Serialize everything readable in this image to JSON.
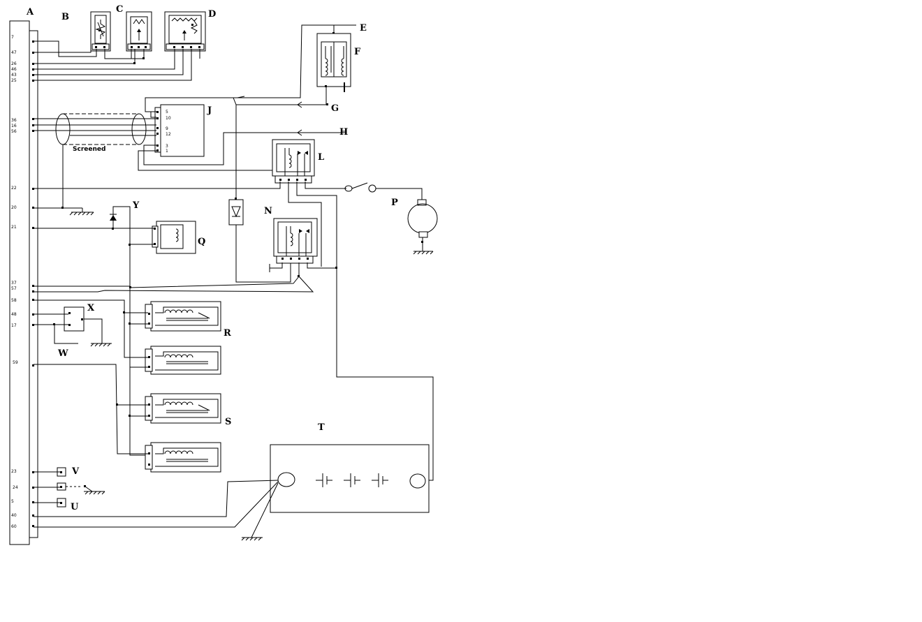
{
  "component_labels": {
    "A": "A",
    "B": "B",
    "C": "C",
    "D": "D",
    "E": "E",
    "F": "F",
    "G": "G",
    "H": "H",
    "J": "J",
    "L": "L",
    "N": "N",
    "P": "P",
    "Q": "Q",
    "R": "R",
    "S": "S",
    "T": "T",
    "U": "U",
    "V": "V",
    "W": "W",
    "X": "X",
    "Y": "Y"
  },
  "ecu_pins": {
    "p7": "7",
    "p47": "47",
    "p26": "26",
    "p46": "46",
    "p43": "43",
    "p25": "25",
    "p36": "36",
    "p16": "16",
    "p56": "56",
    "p22": "22",
    "p20": "20",
    "p21": "21",
    "p37": "37",
    "p57": "57",
    "p58": "58",
    "p48": "48",
    "p17": "17",
    "p59": "59",
    "p23": "23",
    "p24": "24",
    "p5": "5",
    "p40": "40",
    "p60": "60"
  },
  "module_j_pins": {
    "j5": "5",
    "j10": "10",
    "j9": "9",
    "j12": "12",
    "j3": "3",
    "j1": "1"
  },
  "cable_note": "Screened"
}
